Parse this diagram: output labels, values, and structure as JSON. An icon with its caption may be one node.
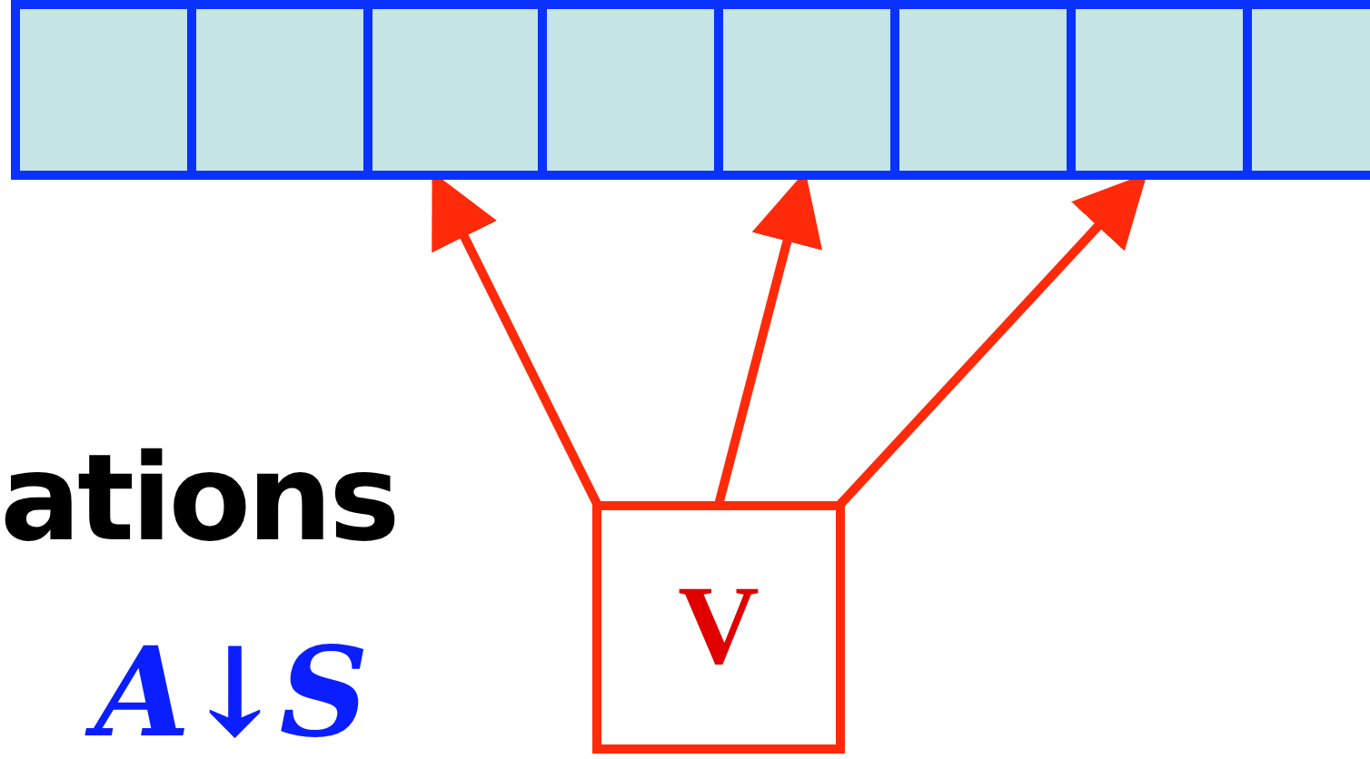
{
  "diagram": {
    "nodes": [
      {
        "text": [],
        "shape": "box"
      },
      {
        "text": [],
        "shape": "box"
      },
      {
        "text": [],
        "shape": "box"
      },
      {
        "text": [],
        "shape": "box"
      },
      {
        "text": [],
        "shape": "box"
      },
      {
        "text": [],
        "shape": "box"
      },
      {
        "text": [],
        "shape": "box"
      },
      {
        "text": [],
        "shape": "box"
      },
      {
        "text": [
          "V"
        ]
      }
    ],
    "edges": [
      {
        "from": 8,
        "to": 2,
        "arrow": "to"
      },
      {
        "from": 8,
        "to": 4,
        "arrow": "to"
      },
      {
        "from": 8,
        "to": 6,
        "arrow": "to"
      }
    ],
    "labels": [
      "ations",
      "A↓S"
    ]
  }
}
